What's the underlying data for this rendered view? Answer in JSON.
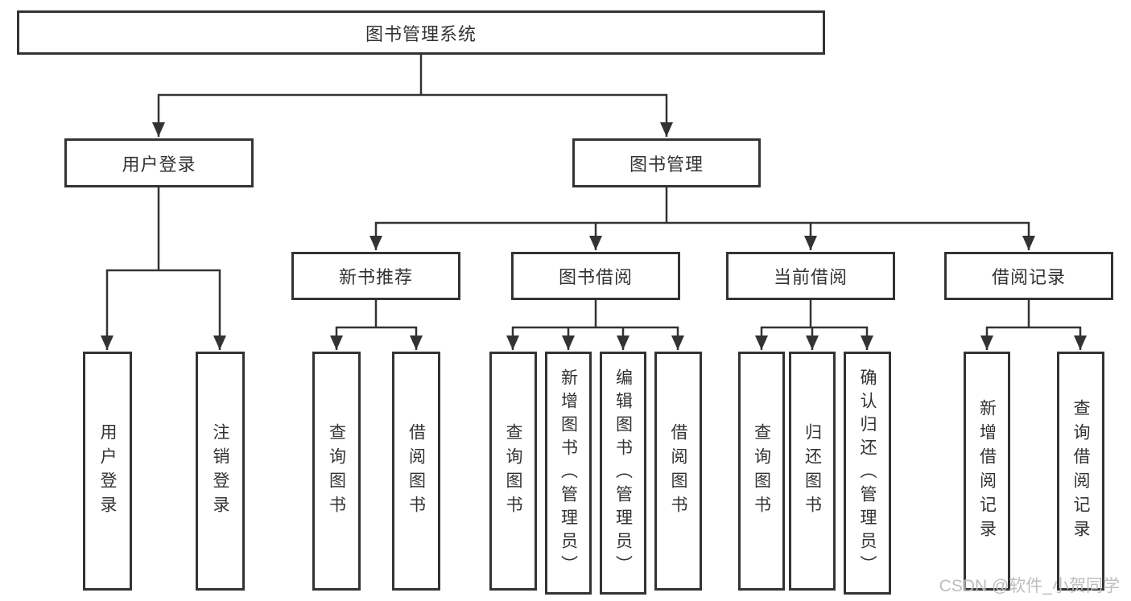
{
  "diagram": {
    "root": {
      "label": "图书管理系统"
    },
    "level2": [
      {
        "id": "user-login",
        "label": "用户登录"
      },
      {
        "id": "book-management",
        "label": "图书管理"
      }
    ],
    "level3": [
      {
        "id": "new-book-recommend",
        "label": "新书推荐"
      },
      {
        "id": "book-borrow",
        "label": "图书借阅"
      },
      {
        "id": "current-borrow",
        "label": "当前借阅"
      },
      {
        "id": "borrow-records",
        "label": "借阅记录"
      }
    ],
    "leaves": {
      "user_login": [
        {
          "label": "用户登录"
        },
        {
          "label": "注销登录"
        }
      ],
      "new_book_recommend": [
        {
          "label": "查询图书"
        },
        {
          "label": "借阅图书"
        }
      ],
      "book_borrow": [
        {
          "label": "查询图书"
        },
        {
          "label": "新增图书（管理员）"
        },
        {
          "label": "编辑图书（管理员）"
        },
        {
          "label": "借阅图书"
        }
      ],
      "current_borrow": [
        {
          "label": "查询图书"
        },
        {
          "label": "归还图书"
        },
        {
          "label": "确认归还（管理员）"
        }
      ],
      "borrow_records": [
        {
          "label": "新增借阅记录"
        },
        {
          "label": "查询借阅记录"
        }
      ]
    }
  },
  "watermark": {
    "text": "CSDN @软件_小贺同学"
  },
  "colors": {
    "line": "#333333",
    "border": "#333333",
    "text": "#333333",
    "background": "#ffffff",
    "watermark": "#bdbdbd"
  }
}
